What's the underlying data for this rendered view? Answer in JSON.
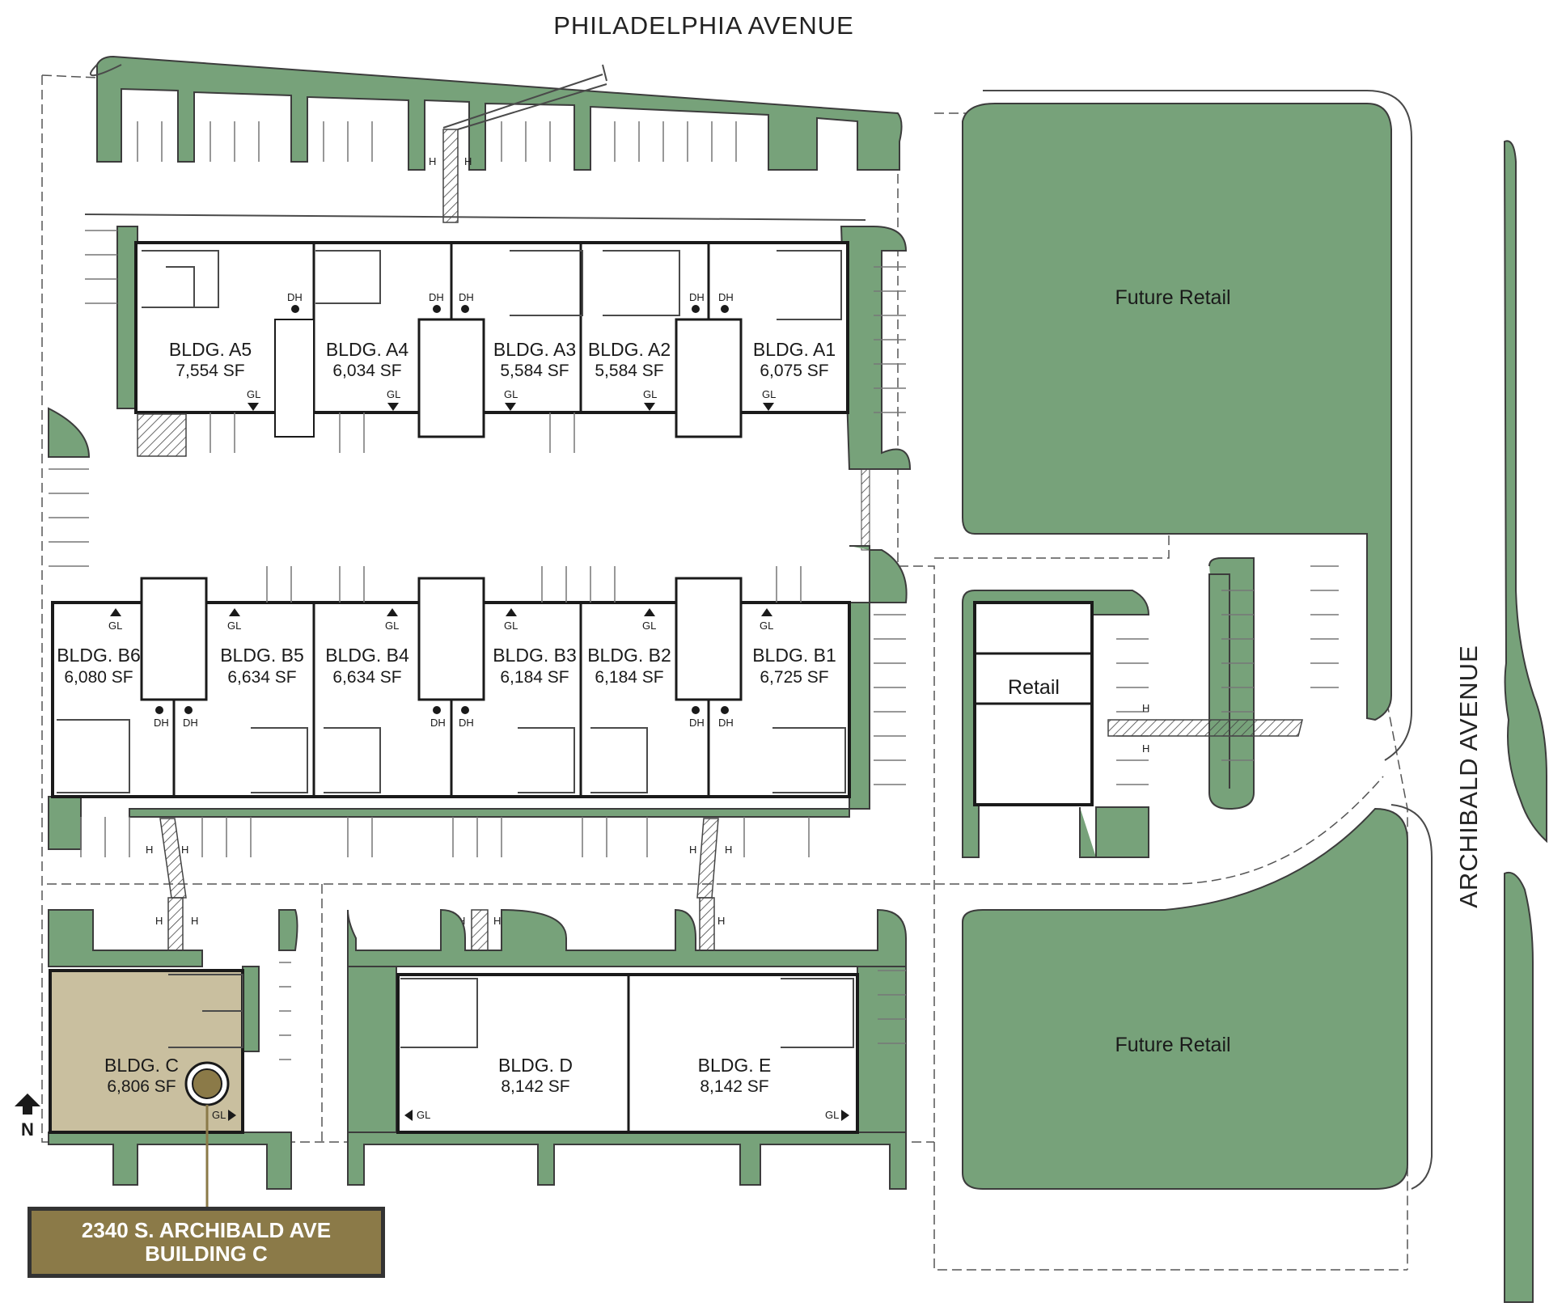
{
  "streets": {
    "north": "PHILADELPHIA AVENUE",
    "east": "ARCHIBALD AVENUE"
  },
  "buildings": {
    "a5": {
      "name": "BLDG. A5",
      "sf": "7,554 SF"
    },
    "a4": {
      "name": "BLDG. A4",
      "sf": "6,034 SF"
    },
    "a3": {
      "name": "BLDG. A3",
      "sf": "5,584 SF"
    },
    "a2": {
      "name": "BLDG. A2",
      "sf": "5,584 SF"
    },
    "a1": {
      "name": "BLDG. A1",
      "sf": "6,075 SF"
    },
    "b6": {
      "name": "BLDG. B6",
      "sf": "6,080 SF"
    },
    "b5": {
      "name": "BLDG. B5",
      "sf": "6,634 SF"
    },
    "b4": {
      "name": "BLDG. B4",
      "sf": "6,634 SF"
    },
    "b3": {
      "name": "BLDG. B3",
      "sf": "6,184 SF"
    },
    "b2": {
      "name": "BLDG. B2",
      "sf": "6,184 SF"
    },
    "b1": {
      "name": "BLDG. B1",
      "sf": "6,725 SF"
    },
    "c": {
      "name": "BLDG. C",
      "sf": "6,806 SF"
    },
    "d": {
      "name": "BLDG. D",
      "sf": "8,142 SF"
    },
    "e": {
      "name": "BLDG. E",
      "sf": "8,142 SF"
    }
  },
  "lots": {
    "future_retail": "Future Retail",
    "retail": "Retail"
  },
  "markers": {
    "dock_high": "DH",
    "grade_level": "GL",
    "handicap": "H"
  },
  "north_arrow": {
    "label": "N",
    "icon": "north-arrow-icon"
  },
  "callout": {
    "line1": "2340 S. ARCHIBALD AVE",
    "line2": "BUILDING C"
  },
  "colors": {
    "landscape": "#77a27a",
    "highlight_building": "#c9bf9f",
    "callout_bg": "#8b7a48",
    "marker": "#8b7a48"
  }
}
